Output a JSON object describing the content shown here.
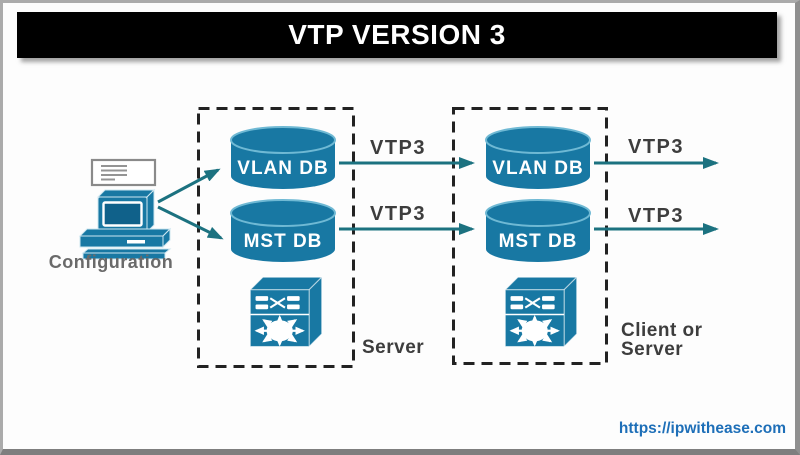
{
  "slide": {
    "title": "VTP VERSION 3",
    "watermark": "https://ipwithease.com"
  },
  "diagram": {
    "configuration_label": "Configuration",
    "groups": [
      {
        "role": "Server",
        "databases": [
          {
            "label": "VLAN DB"
          },
          {
            "label": "MST DB"
          }
        ],
        "device_icon": "multilayer-switch-icon"
      },
      {
        "role": "Client or Server",
        "databases": [
          {
            "label": "VLAN DB"
          },
          {
            "label": "MST DB"
          }
        ],
        "device_icon": "multilayer-switch-icon"
      }
    ],
    "links": [
      {
        "label": "VTP3"
      },
      {
        "label": "VTP3"
      },
      {
        "label": "VTP3"
      },
      {
        "label": "VTP3"
      }
    ],
    "icons": {
      "source": "workstation-icon",
      "note": "document-icon",
      "database": "database-cylinder-icon"
    }
  },
  "colors": {
    "device_teal": "#1878A3",
    "arrow_teal": "#1C7280",
    "title_bg": "#000000",
    "title_text": "#FFFFFF",
    "label_dark": "#3D3D3D",
    "configuration_gray": "#6A6A6A",
    "watermark_blue": "#1E6FB8"
  }
}
